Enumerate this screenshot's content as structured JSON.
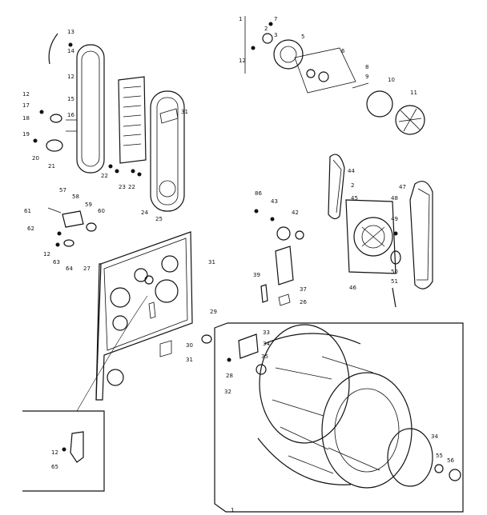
{
  "diagram": {
    "labels": {
      "p1": "1",
      "p2": "2",
      "p3": "3",
      "p5": "5",
      "p6": "6",
      "p7": "7",
      "p8": "8",
      "p9": "9",
      "p10": "10",
      "p11": "11",
      "p12a": "12",
      "p12b": "12",
      "p12c": "12",
      "p12d": "12",
      "p12e": "12",
      "p13": "13",
      "p14": "14",
      "p15": "15",
      "p16": "16",
      "p17": "17",
      "p18": "18",
      "p19": "19",
      "p20": "20",
      "p21": "21",
      "p22a": "22",
      "p22b": "22",
      "p23": "23",
      "p24": "24",
      "p25": "25",
      "p26": "26",
      "p27": "27",
      "p28": "28",
      "p29": "29",
      "p30": "30",
      "p31a": "31",
      "p31b": "31",
      "p31c": "31",
      "p32": "32",
      "p33": "33",
      "p34a": "34",
      "p34b": "34",
      "p35": "35",
      "p37": "37",
      "p39": "39",
      "p42": "42",
      "p43": "43",
      "p44": "44",
      "p45": "45",
      "p46": "46",
      "p47": "47",
      "p48": "48",
      "p49": "49",
      "p50": "50",
      "p51": "51",
      "p55": "55",
      "p56": "56",
      "p57": "57",
      "p58": "58",
      "p59": "59",
      "p60": "60",
      "p61": "61",
      "p62": "62",
      "p63": "63",
      "p64": "64",
      "p65": "65",
      "p86": "86",
      "p2b": "2",
      "p1b": "1"
    }
  }
}
